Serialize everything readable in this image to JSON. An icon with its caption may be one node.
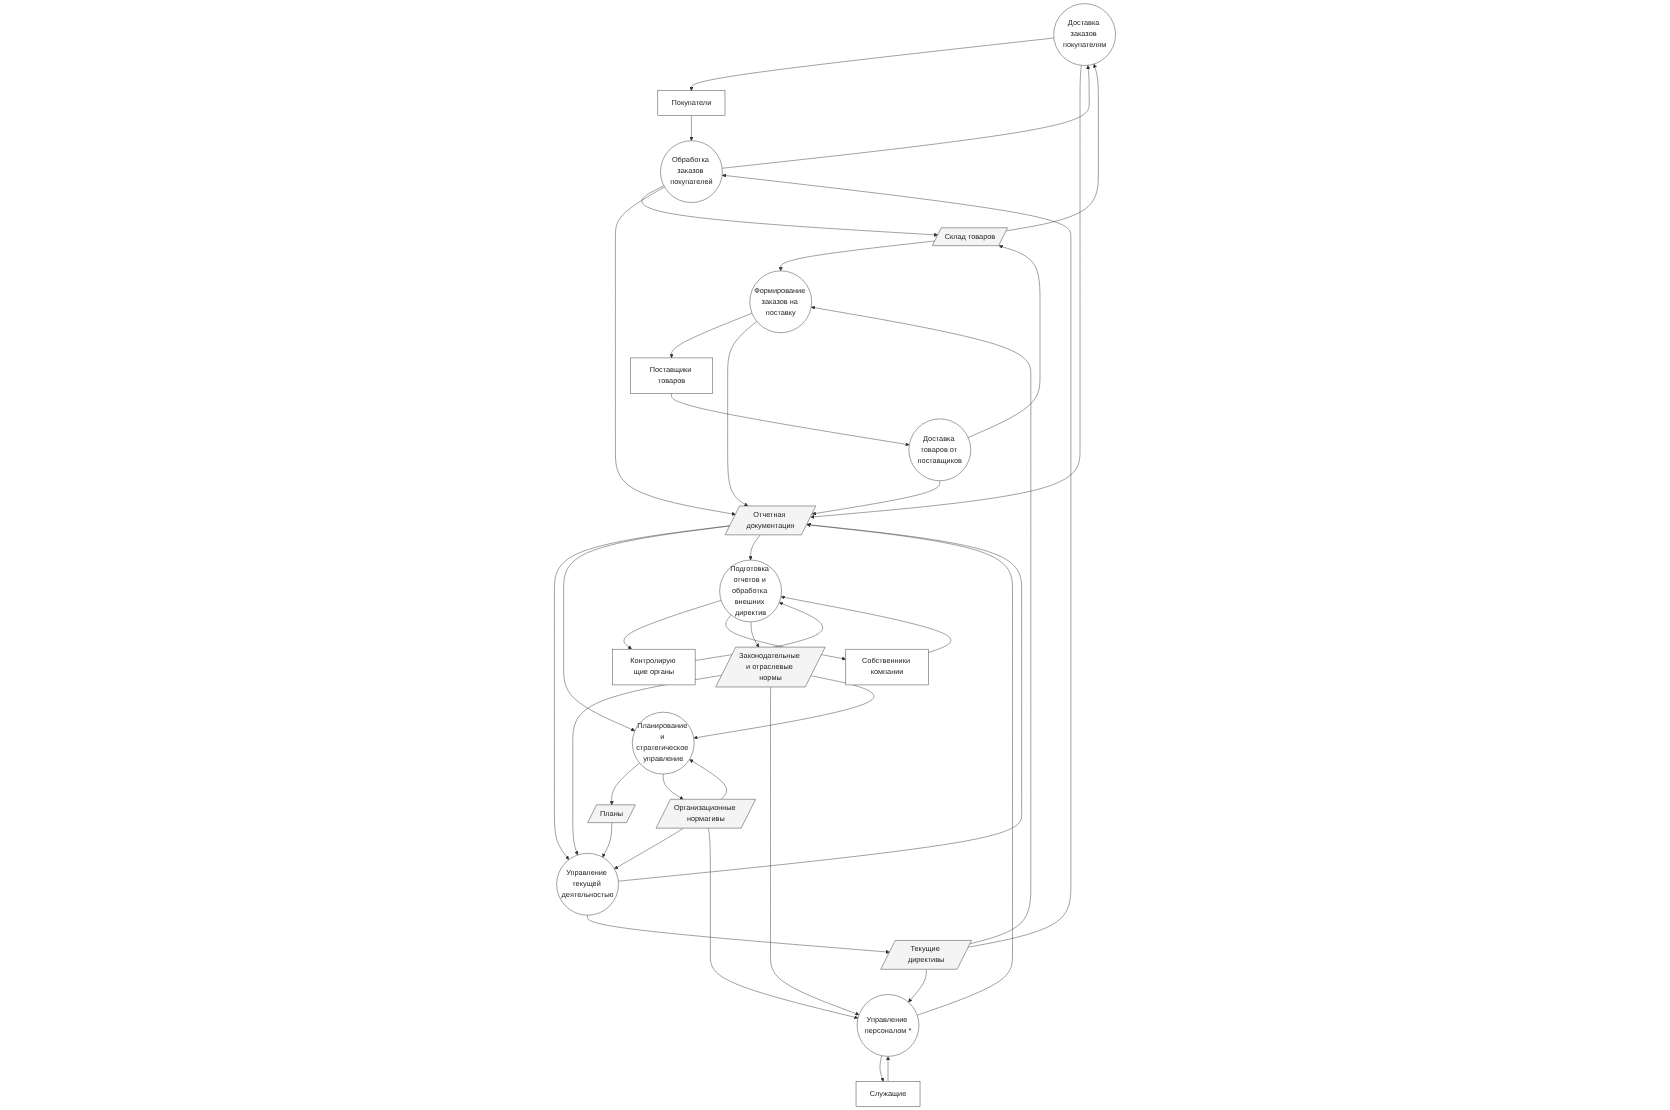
{
  "diagram": {
    "nodes": [
      {
        "text": [
          "Доставка заказов покупателям"
        ]
      },
      {
        "text": [
          "Доставка товаров от поставщиков"
        ]
      },
      {
        "text": [
          "Покупатели"
        ]
      },
      {
        "text": [
          "Склад товаров"
        ]
      },
      {
        "text": [
          "Поставщики товаров"
        ]
      },
      {
        "text": [
          "Обработка заказов покупателей"
        ]
      },
      {
        "text": [
          "Формирование заказов на поставку"
        ]
      },
      {
        "text": [
          "Текущие директивы"
        ]
      },
      {
        "text": [
          "Управление текущей деятельностью"
        ]
      },
      {
        "text": [
          "Отчетная документация"
        ]
      },
      {
        "text": [
          "Контролирую щие органы"
        ]
      },
      {
        "text": [
          "Служащие"
        ]
      },
      {
        "text": [
          "Управление персоналом *"
        ]
      },
      {
        "text": [
          "Планы"
        ]
      },
      {
        "text": [
          "Подготовка отчетов и обработка внешних директив"
        ]
      },
      {
        "text": [
          "Планирование и стратегическое управление"
        ]
      },
      {
        "text": [
          "Собственники компании"
        ]
      },
      {
        "text": [
          "Организационные нормативы"
        ]
      },
      {
        "text": [
          "Законодательные и отраслевые нормы"
        ]
      }
    ],
    "edges": [
      {
        "from": 0,
        "to": 2,
        "arrow": "to"
      },
      {
        "from": 3,
        "to": 0,
        "arrow": "to"
      },
      {
        "from": 0,
        "to": 9,
        "arrow": "to"
      },
      {
        "from": 1,
        "to": 3,
        "arrow": "to"
      },
      {
        "from": 1,
        "to": 9,
        "arrow": "to"
      },
      {
        "from": 4,
        "to": 1,
        "arrow": "to"
      },
      {
        "from": 2,
        "to": 5,
        "arrow": "to"
      },
      {
        "from": 5,
        "to": 0,
        "arrow": "to"
      },
      {
        "from": 5,
        "to": 3,
        "arrow": "to"
      },
      {
        "from": 5,
        "to": 9,
        "arrow": "to"
      },
      {
        "from": 3,
        "to": 6,
        "arrow": "to"
      },
      {
        "from": 7,
        "to": 6,
        "arrow": "to"
      },
      {
        "from": 6,
        "to": 4,
        "arrow": "to"
      },
      {
        "from": 6,
        "to": 9,
        "arrow": "to"
      },
      {
        "from": 7,
        "to": 5,
        "arrow": "to"
      },
      {
        "from": 8,
        "to": 7,
        "arrow": "to"
      },
      {
        "from": 8,
        "to": 9,
        "arrow": "to"
      },
      {
        "from": 9,
        "to": 8,
        "arrow": "to"
      },
      {
        "from": 7,
        "to": 12,
        "arrow": "to"
      },
      {
        "from": 17,
        "to": 8,
        "arrow": "to"
      },
      {
        "from": 12,
        "to": 9,
        "arrow": "to"
      },
      {
        "from": 13,
        "to": 8,
        "arrow": "to"
      },
      {
        "from": 15,
        "to": 13,
        "arrow": "to"
      },
      {
        "from": 18,
        "to": 8,
        "arrow": "to"
      },
      {
        "from": 11,
        "to": 12,
        "arrow": "to"
      },
      {
        "from": 12,
        "to": 11,
        "arrow": "to"
      },
      {
        "from": 18,
        "to": 12,
        "arrow": "to"
      },
      {
        "from": 17,
        "to": 12,
        "arrow": "to"
      },
      {
        "from": 17,
        "to": 15,
        "arrow": "to"
      },
      {
        "from": 15,
        "to": 17,
        "arrow": "to"
      },
      {
        "from": 9,
        "to": 15,
        "arrow": "to"
      },
      {
        "from": 18,
        "to": 15,
        "arrow": "to"
      },
      {
        "from": 9,
        "to": 14,
        "arrow": "to"
      },
      {
        "from": 10,
        "to": 14,
        "arrow": "to"
      },
      {
        "from": 14,
        "to": 10,
        "arrow": "to"
      },
      {
        "from": 14,
        "to": 16,
        "arrow": "to"
      },
      {
        "from": 16,
        "to": 14,
        "arrow": "to"
      },
      {
        "from": 14,
        "to": 18,
        "arrow": "to"
      }
    ]
  }
}
